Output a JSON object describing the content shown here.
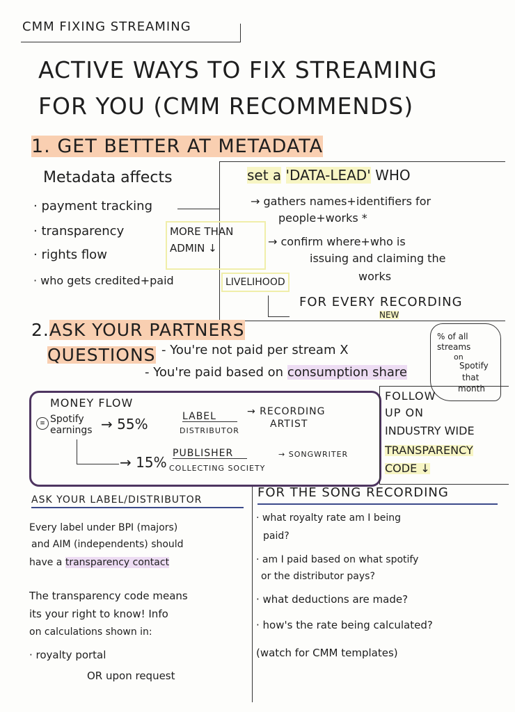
{
  "header": {
    "tag": "CMM FIXING STREAMING"
  },
  "title": {
    "line1": "ACTIVE WAYS TO FIX STREAMING",
    "line2": "FOR YOU (CMM RECOMMENDS)"
  },
  "section1": {
    "heading": "1. GET BETTER AT METADATA",
    "affects_label": "Metadata affects",
    "affects": [
      "payment tracking",
      "transparency",
      "rights flow",
      "who gets credited+paid"
    ],
    "more_than": "MORE THAN",
    "admin": "ADMIN",
    "livelihood": "LIVELIHOOD",
    "set_a": "set a",
    "data_lead": "'DATA-LEAD'",
    "who": "WHO",
    "points": [
      "→ gathers names+identifiers for",
      "people+works *",
      "→ confirm where+who is",
      "issuing and claiming the",
      "works"
    ],
    "for_every": "FOR EVERY RECORDING",
    "new": "NEW"
  },
  "section2": {
    "heading_num": "2.",
    "heading": "ASK YOUR PARTNERS",
    "questions": "QUESTIONS",
    "not_paid": "- You're not paid per stream X",
    "paid_based": "- You're paid based on",
    "consumption_share": "consumption share",
    "cloud": [
      "% of all",
      "streams",
      "on",
      "Spotify",
      "that",
      "month"
    ]
  },
  "money_flow": {
    "title": "MONEY FLOW",
    "source": "Spotify",
    "source2": "earnings",
    "rows": [
      {
        "pct": "55%",
        "top": "LABEL",
        "bottom": "DISTRIBUTOR",
        "dest": "→ RECORDING",
        "dest2": "ARTIST"
      },
      {
        "pct": "15%",
        "top": "PUBLISHER",
        "bottom": "COLLECTING SOCIETY",
        "dest": "→ SONGWRITER",
        "dest2": ""
      }
    ]
  },
  "follow": {
    "lines": [
      "FOLLOW",
      "UP ON",
      "INDUSTRY WIDE",
      "TRANSPARENCY",
      "CODE ↓"
    ]
  },
  "left_col": {
    "heading": "ASK YOUR LABEL/DISTRIBUTOR",
    "lines": [
      "Every label under BPI (majors)",
      "and AIM (independents) should",
      "have a",
      "transparency contact",
      "The transparency code means",
      "its your right to know! Info",
      "on calculations shown in:",
      "· royalty portal",
      "OR upon request"
    ]
  },
  "right_col": {
    "heading": "FOR THE SONG RECORDING",
    "lines": [
      "· what royalty rate am I being",
      "paid?",
      "· am I paid based on what spotify",
      "or the distributor pays?",
      "· what deductions are made?",
      "· how's the rate being calculated?",
      "(watch for CMM templates)"
    ]
  }
}
